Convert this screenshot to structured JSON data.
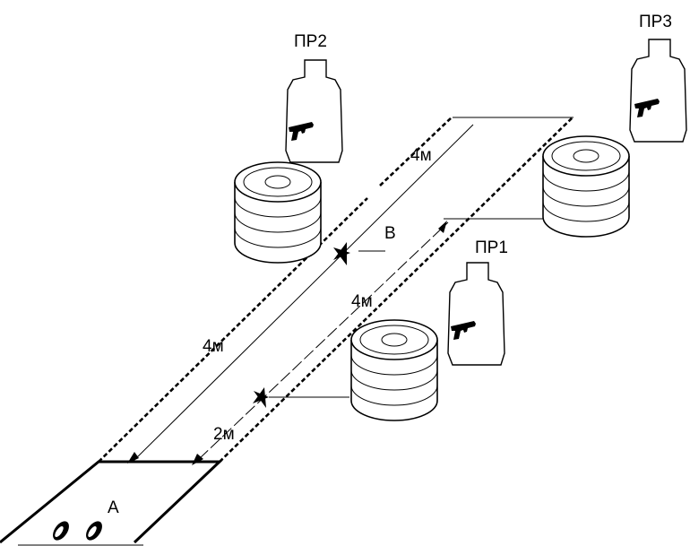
{
  "labels": {
    "target_1": "ПР1",
    "target_2": "ПР2",
    "target_3": "ПР3",
    "zone_a": "А",
    "zone_b": "В",
    "dist_4m_left": "4м",
    "dist_4m_upper": "4м",
    "dist_4m_middle": "4м",
    "dist_2m": "2м"
  },
  "icons": {
    "target_icon": "pistol-icon",
    "barrel_stack": "tire-stack-icon",
    "start_marks": "footprint-icon"
  },
  "colors": {
    "ink": "#000000",
    "background": "#ffffff"
  }
}
